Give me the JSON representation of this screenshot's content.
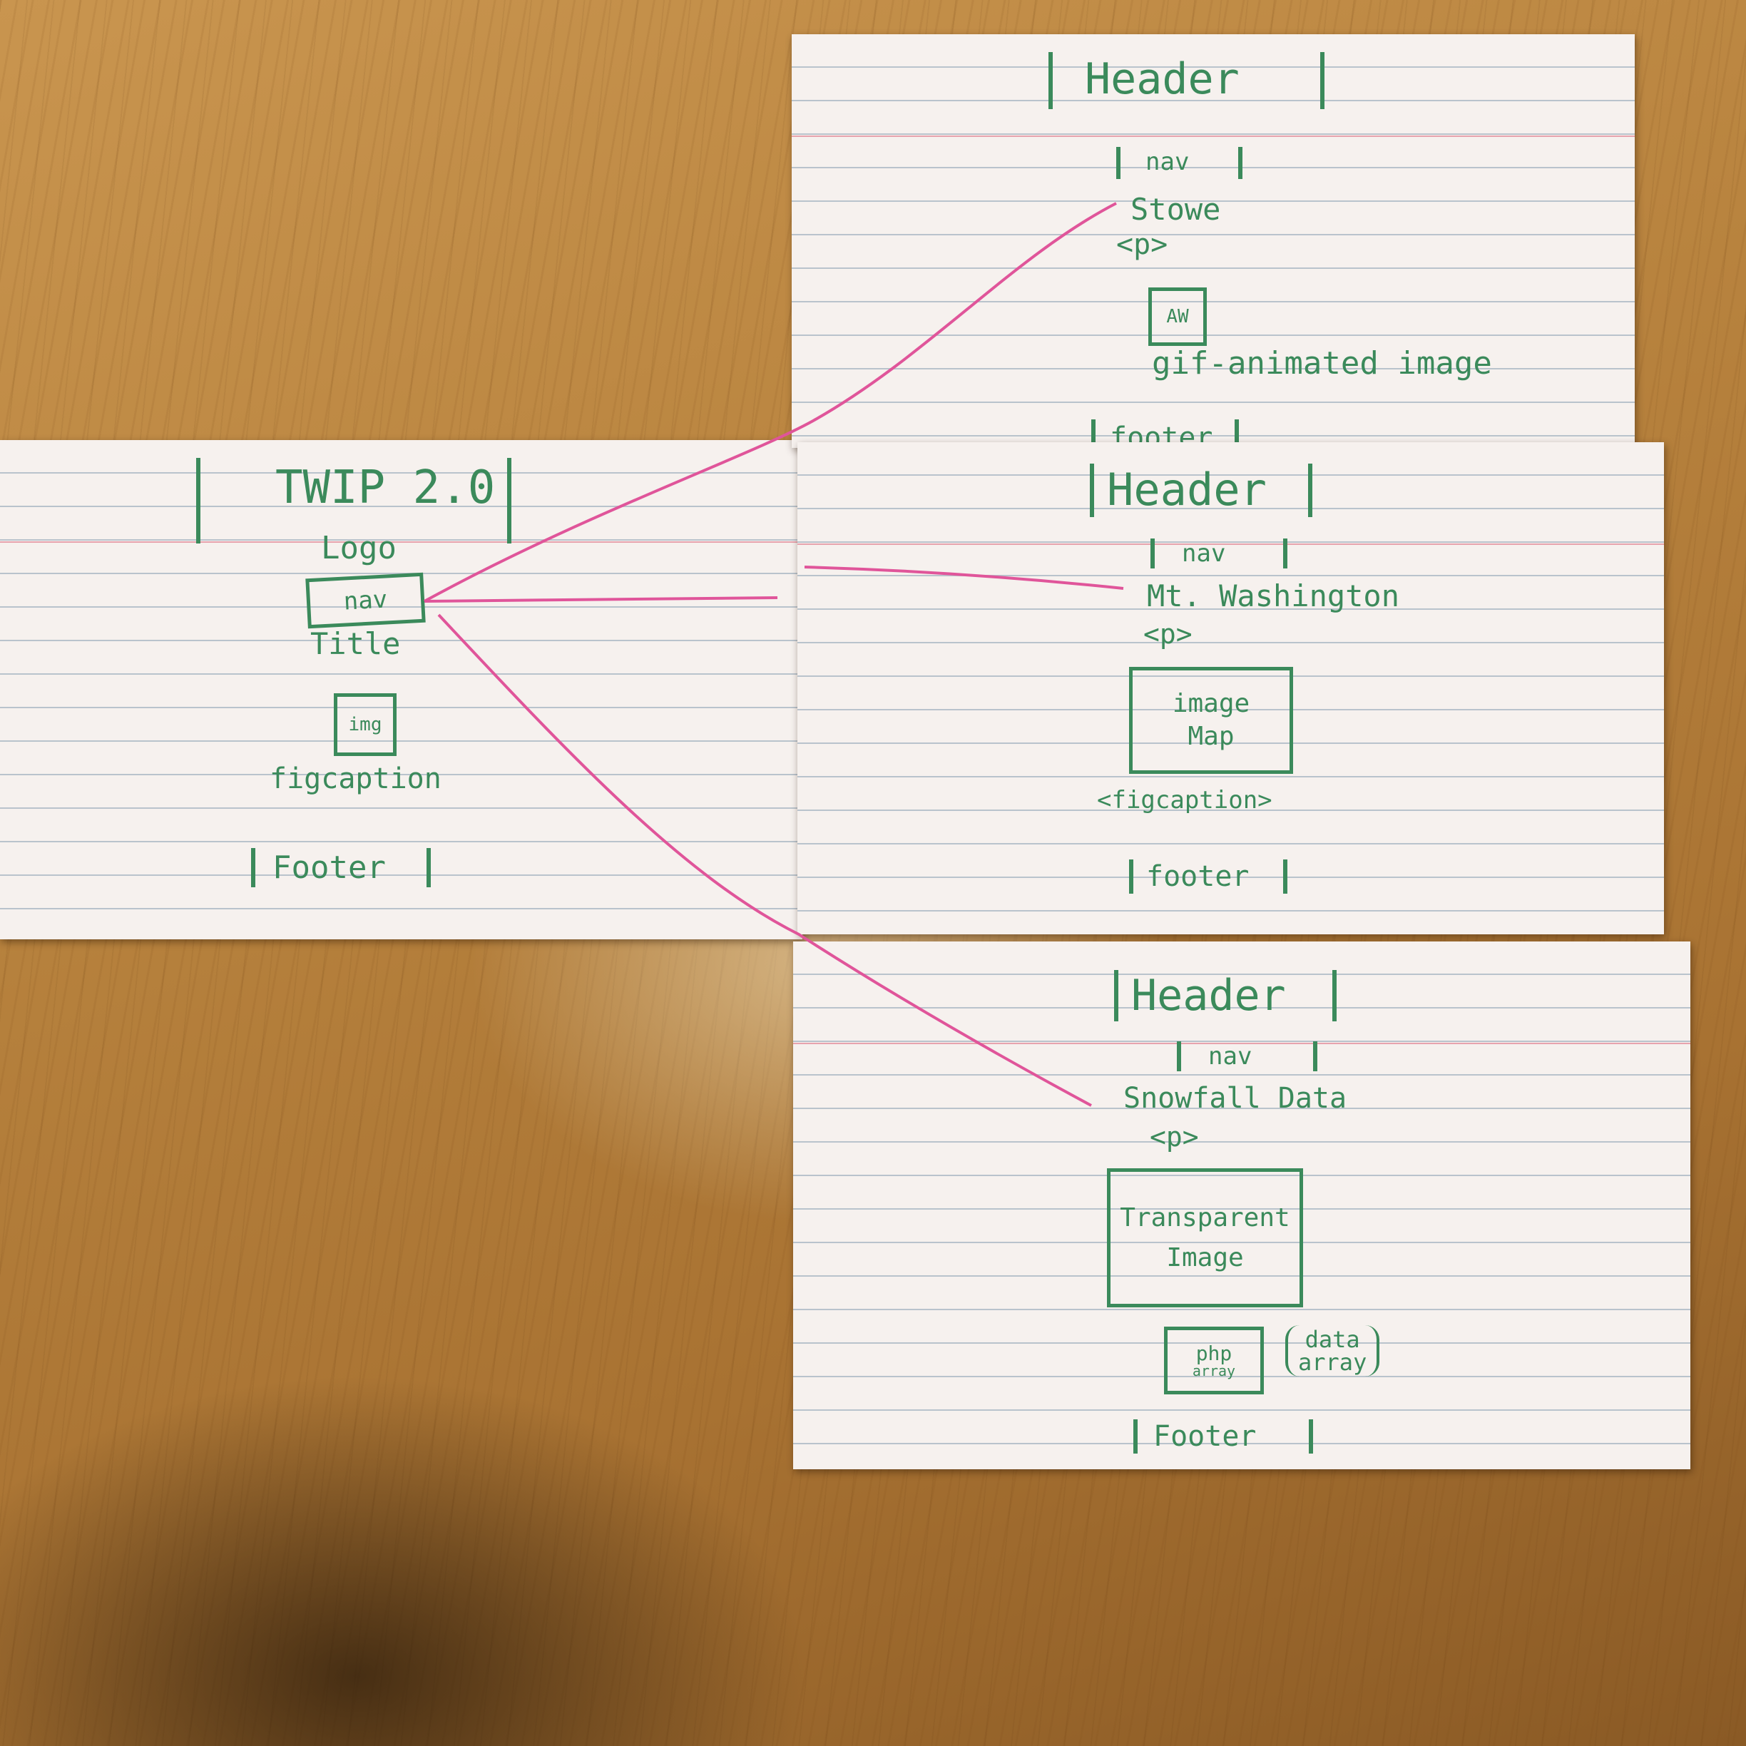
{
  "home_card": {
    "title": "TWIP 2.0",
    "logo": "Logo",
    "nav": "nav",
    "title_label": "Title",
    "img": "img",
    "figcaption": "figcaption",
    "footer": "Footer"
  },
  "stowe_card": {
    "header": "Header",
    "nav": "nav",
    "title": "Stowe",
    "p": "<p>",
    "icon_box": "AW",
    "gif": "gif-animated image",
    "footer": "footer"
  },
  "mtw_card": {
    "header": "Header",
    "nav": "nav",
    "title": "Mt. Washington",
    "p": "<p>",
    "image_map": [
      "image",
      "Map"
    ],
    "figcaption": "<figcaption>",
    "footer": "footer"
  },
  "snow_card": {
    "header": "Header",
    "nav": "nav",
    "title": "Snowfall Data",
    "p": "<p>",
    "image": [
      "Transparent",
      "Image"
    ],
    "php": [
      "php",
      "array"
    ],
    "data_array": [
      "data",
      "array"
    ],
    "footer": "Footer"
  },
  "colors": {
    "ink": "#3b8a5b",
    "connector": "#e0559a",
    "card": "#f6f1ee",
    "rule": "#e7a3ad"
  }
}
